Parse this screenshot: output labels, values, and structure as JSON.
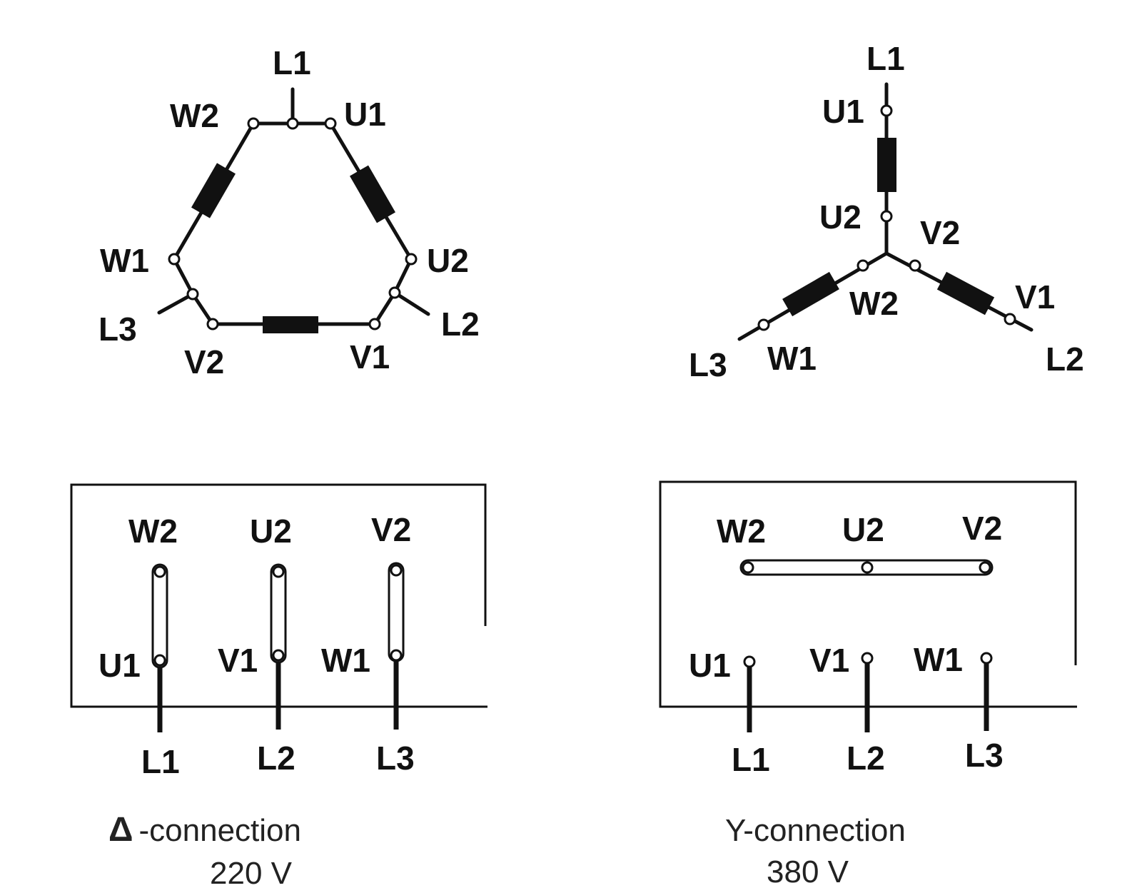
{
  "delta": {
    "labels": {
      "L1": "L1",
      "W2": "W2",
      "U1": "U1",
      "W1": "W1",
      "U2": "U2",
      "L3": "L3",
      "L2": "L2",
      "V2": "V2",
      "V1": "V1"
    },
    "box": {
      "top": [
        "W2",
        "U2",
        "V2"
      ],
      "bottom": [
        "U1",
        "V1",
        "W1"
      ],
      "lines": [
        "L1",
        "L2",
        "L3"
      ]
    },
    "caption_symbol": "Δ",
    "caption": "-connection",
    "voltage": "220 V"
  },
  "star": {
    "labels": {
      "L1": "L1",
      "U1": "U1",
      "U2": "U2",
      "V2": "V2",
      "W2": "W2",
      "V1": "V1",
      "L3": "L3",
      "W1": "W1",
      "L2": "L2"
    },
    "box": {
      "top": [
        "W2",
        "U2",
        "V2"
      ],
      "bottom": [
        "U1",
        "V1",
        "W1"
      ],
      "lines": [
        "L1",
        "L2",
        "L3"
      ]
    },
    "caption": "Y-connection",
    "voltage": "380 V"
  }
}
